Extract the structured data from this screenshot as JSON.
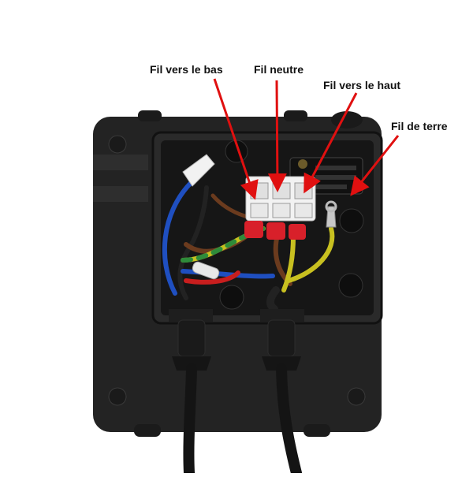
{
  "labels": {
    "down_wire": "Fil vers le bas",
    "neutral_wire": "Fil neutre",
    "up_wire": "Fil vers le haut",
    "ground_wire": "Fil de terre"
  },
  "colors": {
    "arrow": "#e01010",
    "housing": "#1e1e1e",
    "wire_brown": "#6b3b1e",
    "wire_blue": "#1f4fc0",
    "wire_yellow_green": "#c8c020",
    "wire_red": "#c81e1e",
    "terminal_block": "#f2f2f2",
    "connector_red": "#d8202a"
  }
}
